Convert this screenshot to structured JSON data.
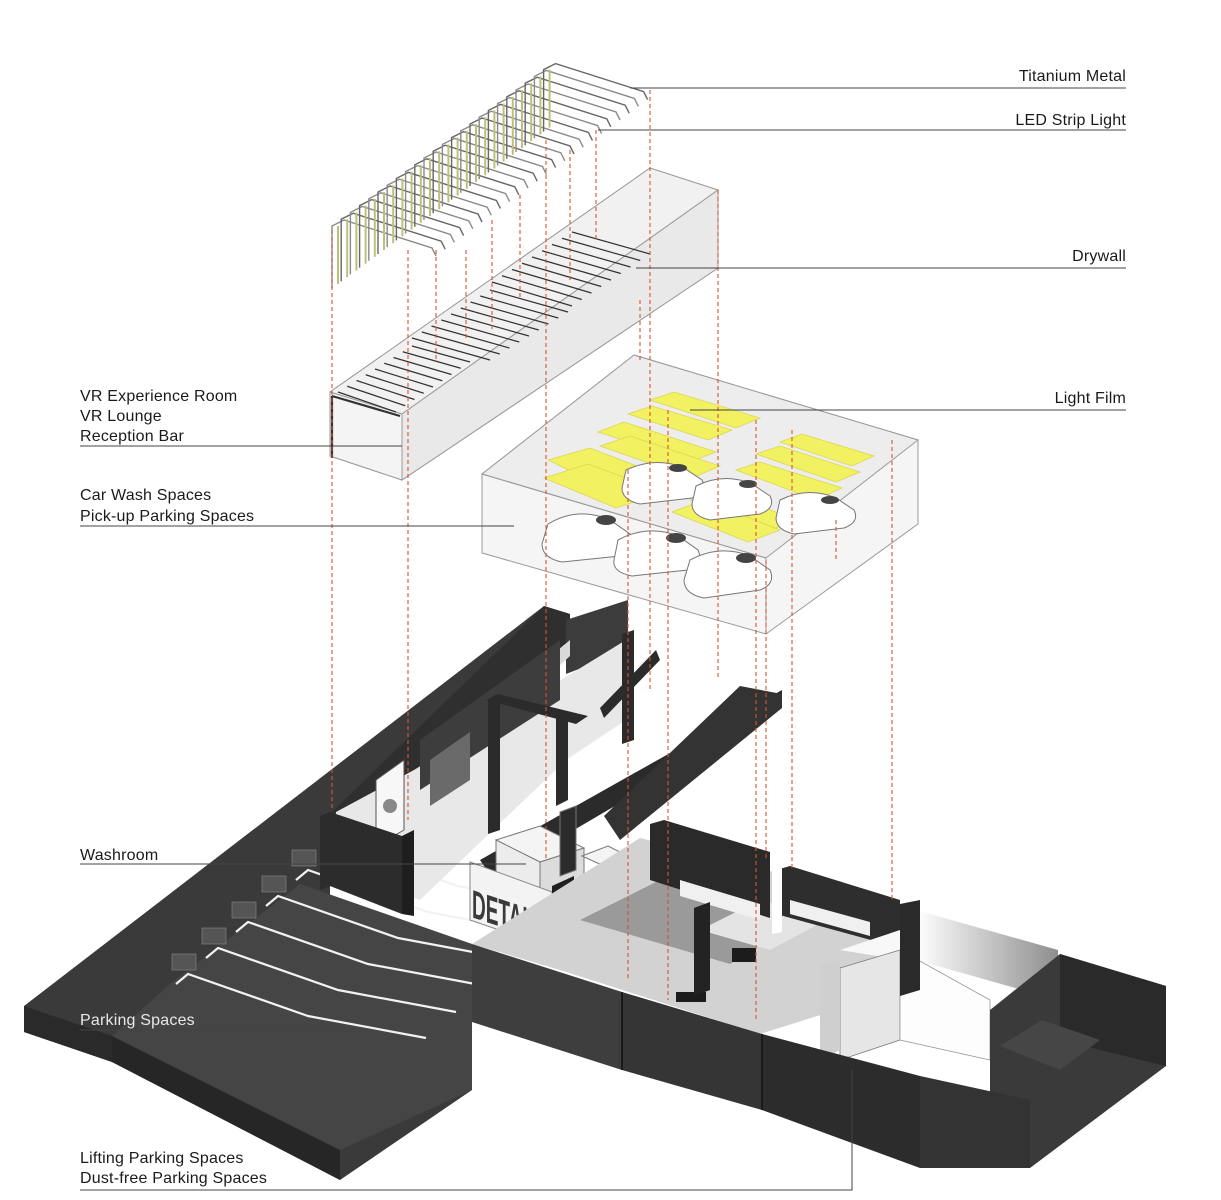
{
  "labels": {
    "titanium_metal": "Titanium Metal",
    "led_strip_light": "LED Strip Light",
    "drywall": "Drywall",
    "light_film": "Light Film",
    "vr_experience_room": "VR Experience Room",
    "vr_lounge": "VR Lounge",
    "reception_bar": "Reception Bar",
    "car_wash_spaces": "Car Wash Spaces",
    "pickup_parking_spaces": "Pick-up Parking Spaces",
    "washroom": "Washroom",
    "parking_spaces": "Parking Spaces",
    "lifting_parking_spaces": "Lifting Parking Spaces",
    "dust_free_parking_spaces": "Dust-free Parking Spaces"
  },
  "sign_text": "DETAILS",
  "colors": {
    "leader_dash": "#d9532c",
    "leader_line": "#444444",
    "light_film": "#f3f25a",
    "dark_slab": "#3a3a3a",
    "volume_fill": "#f2f2f2"
  }
}
